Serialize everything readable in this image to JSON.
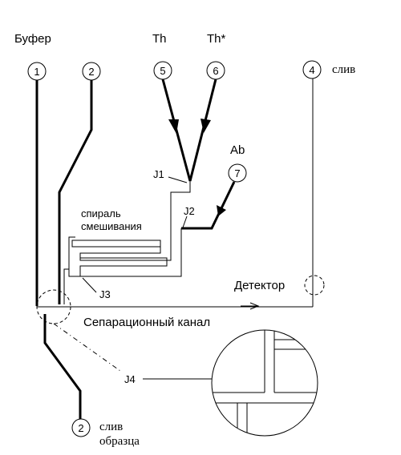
{
  "ports": {
    "buffer": "Буфер",
    "th": "Th",
    "th_star": "Th*",
    "ab": "Ab",
    "waste": "слив",
    "sample_waste_line1": "слив",
    "sample_waste_line2": "образца",
    "p1": "1",
    "p2_top": "2",
    "p5": "5",
    "p6": "6",
    "p4": "4",
    "p7": "7",
    "p2_bottom": "2"
  },
  "labels": {
    "j1": "J1",
    "j2": "J2",
    "j3": "J3",
    "j4": "J4",
    "mixing_line1": "спираль",
    "mixing_line2": "смешивания",
    "detector": "Детектор",
    "separation_channel": "Сепарационный канал"
  },
  "colors": {
    "ink": "#000000",
    "background": "#ffffff"
  }
}
